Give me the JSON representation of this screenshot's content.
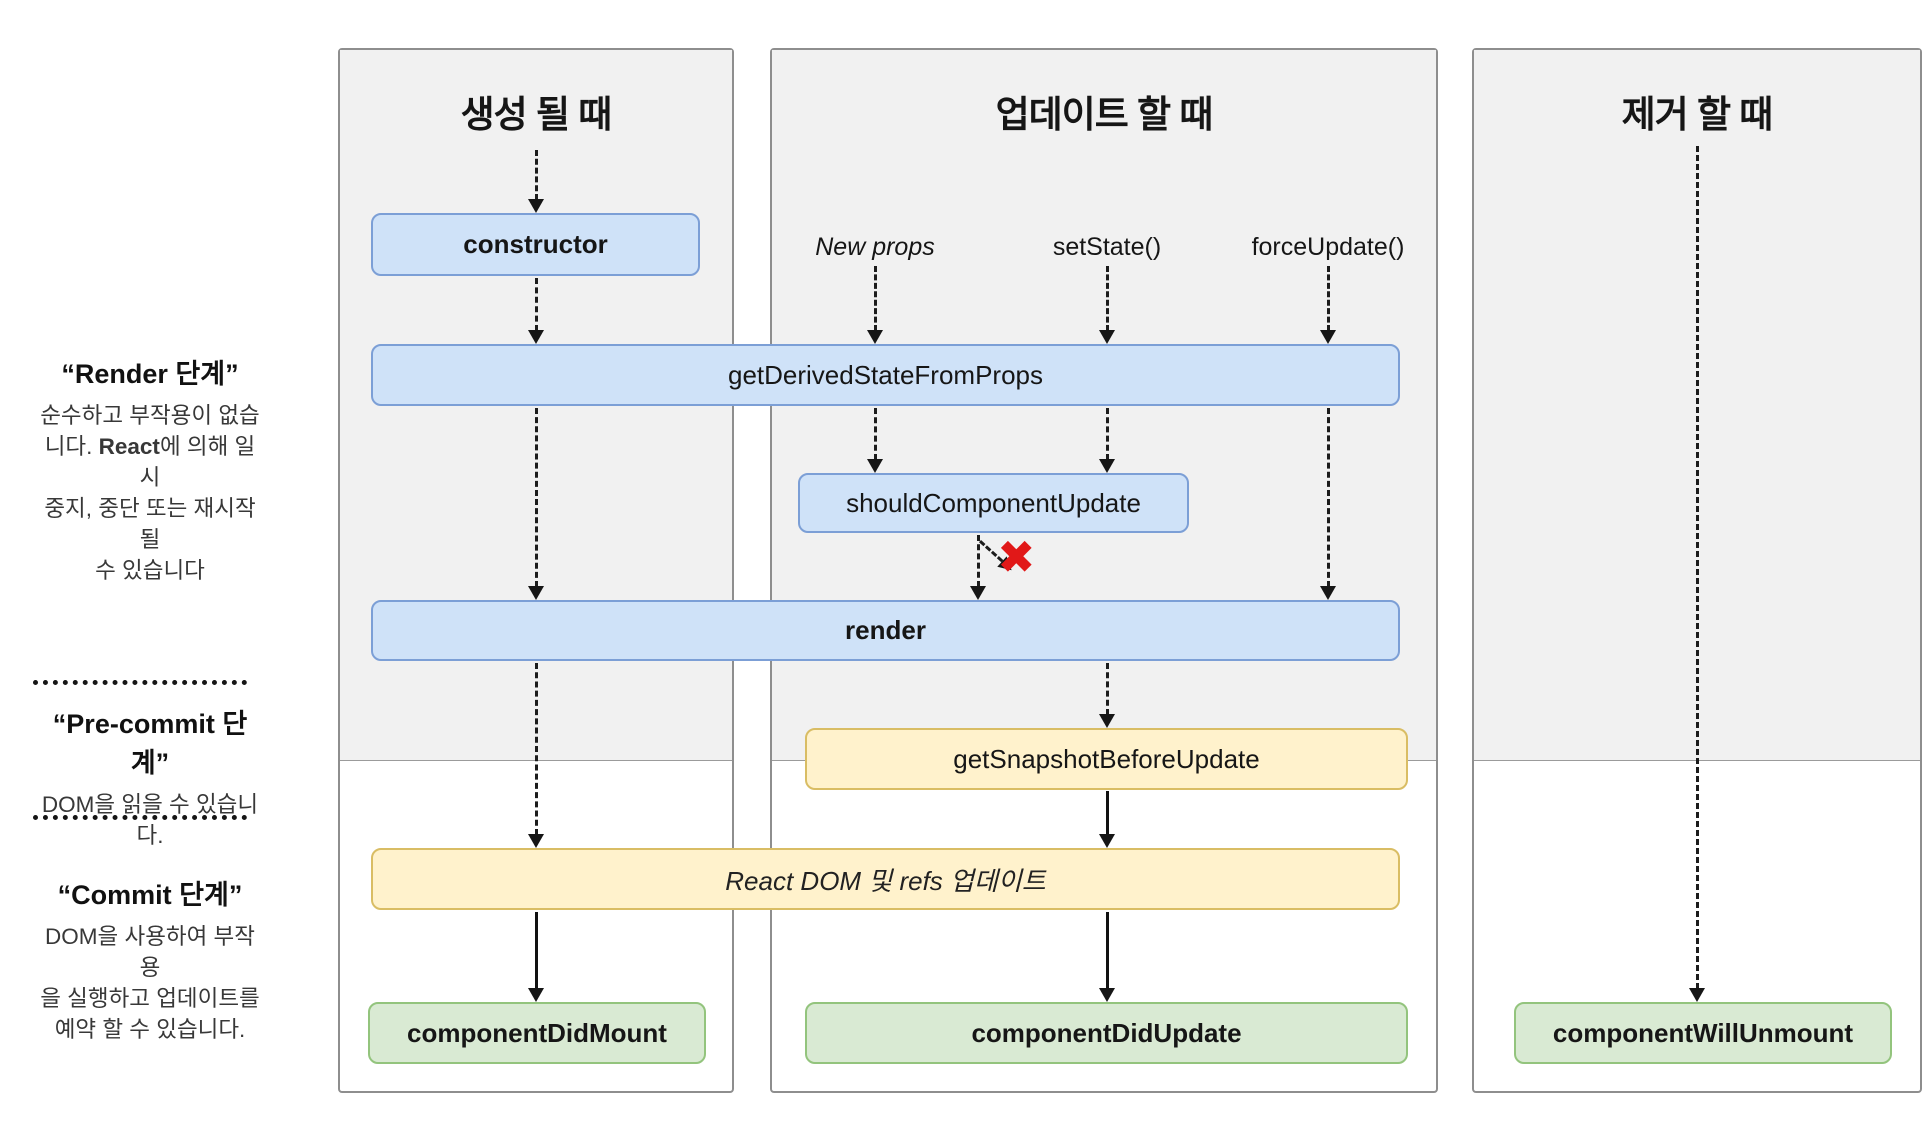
{
  "columns": {
    "mount_title": "생성 될 때",
    "update_title": "업데이트 할 때",
    "unmount_title": "제거 할 때"
  },
  "phases": {
    "render": {
      "title": "“Render 단계”",
      "body_pre": "순수하고 부작용이 없습\n니다. ",
      "body_bold": "React",
      "body_post": "에 의해 일시\n중지, 중단 또는 재시작 될\n수 있습니다"
    },
    "precommit": {
      "title": "“Pre-commit 단계”",
      "body": "DOM을 읽을 수 있습니\n다."
    },
    "commit": {
      "title": "“Commit 단계”",
      "body": "DOM을 사용하여 부작용\n을 실행하고 업데이트를\n예약 할 수 있습니다."
    }
  },
  "triggers": {
    "new_props": "New props",
    "set_state": "setState()",
    "force_update": "forceUpdate()"
  },
  "boxes": {
    "ctor": "constructor",
    "get_derived_state_from_props": "getDerivedStateFromProps",
    "should_component_update": "shouldComponentUpdate",
    "render": "render",
    "get_snapshot_before_update": "getSnapshotBeforeUpdate",
    "react_dom_update": "React DOM 및 refs 업데이트",
    "component_did_mount": "componentDidMount",
    "component_did_update": "componentDidUpdate",
    "component_will_unmount": "componentWillUnmount"
  },
  "icons": {
    "x_mark": "✖"
  },
  "colors": {
    "lifecycle_blue_fill": "#cfe2f8",
    "lifecycle_blue_border": "#7c9fd6",
    "lifecycle_yellow_fill": "#fff2cc",
    "lifecycle_yellow_border": "#d9bd64",
    "lifecycle_green_fill": "#d9ead3",
    "lifecycle_green_border": "#93c47d",
    "render_phase_bg": "#f1f1f1",
    "stop_x_red": "#e11818"
  }
}
